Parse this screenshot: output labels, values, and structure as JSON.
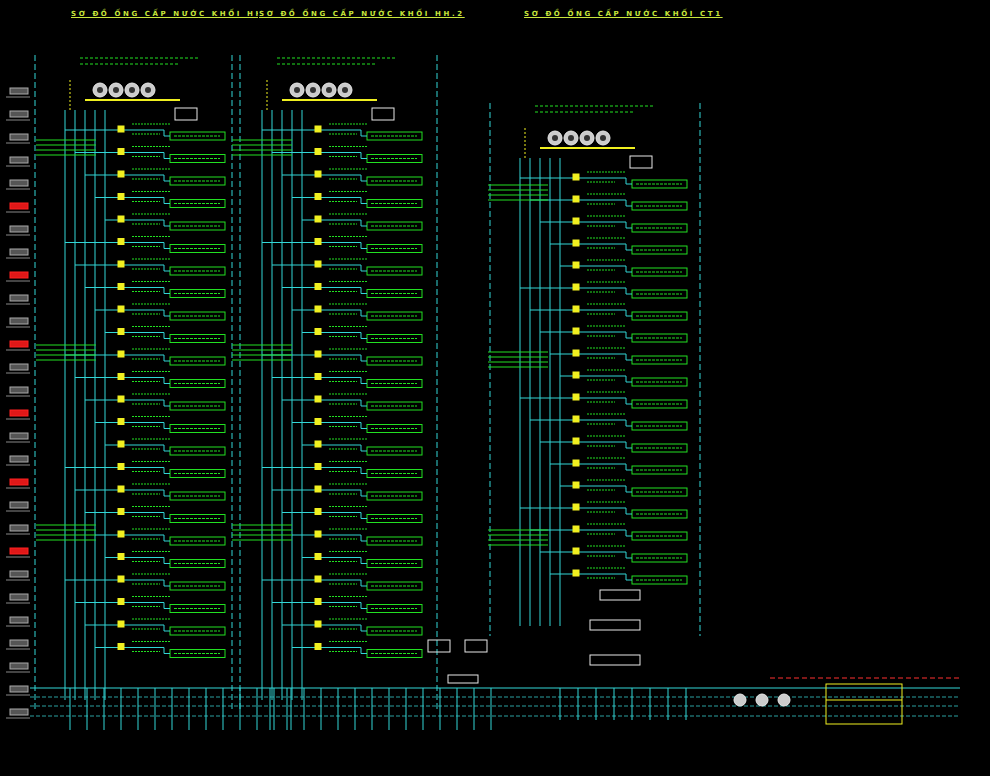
{
  "diagram": {
    "labels": [
      "SƠ ĐỒ ỐNG CẤP NƯỚC KHỐI HH.1",
      "SƠ ĐỒ ỐNG CẤP NƯỚC KHỐI HH.2",
      "SƠ ĐỒ ỐNG CẤP NƯỚC KHỐI CT1"
    ]
  }
}
